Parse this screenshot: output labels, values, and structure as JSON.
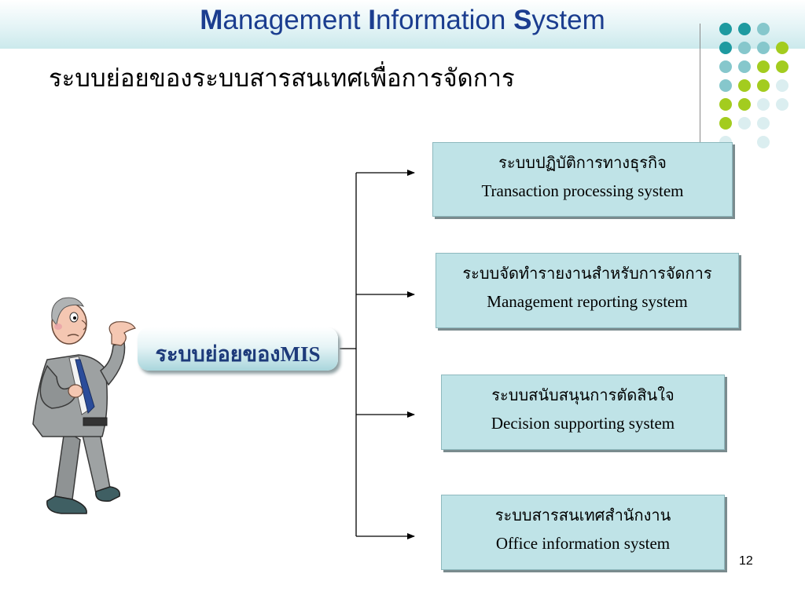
{
  "slide": {
    "title_parts": [
      "M",
      "anagement ",
      "I",
      "nformation ",
      "S",
      "ystem"
    ],
    "subtitle": "ระบบย่อยของระบบสารสนเทศเพื่อการจัดการ",
    "page_number": "12"
  },
  "center_node": {
    "label": "ระบบย่อยของMIS"
  },
  "subsystems": [
    {
      "thai": "ระบบปฏิบัติการทางธุรกิจ",
      "english": "Transaction processing system"
    },
    {
      "thai": "ระบบจัดทำรายงานสำหรับการจัดการ",
      "english": "Management reporting  system"
    },
    {
      "thai": "ระบบสนับสนุนการตัดสินใจ",
      "english": "Decision supporting system"
    },
    {
      "thai": "ระบบสารสนเทศสำนักงาน",
      "english": "Office information system"
    }
  ],
  "colors": {
    "title": "#1b3d8f",
    "box_fill": "#bfe3e7",
    "dot_teal": "#1e9aa0",
    "dot_light_teal": "#86c7cc",
    "dot_lime": "#a3cc1f",
    "dot_pale": "#dbeef0"
  },
  "decor_icons": [
    "businessman-clipart",
    "dot-grid-decoration"
  ]
}
